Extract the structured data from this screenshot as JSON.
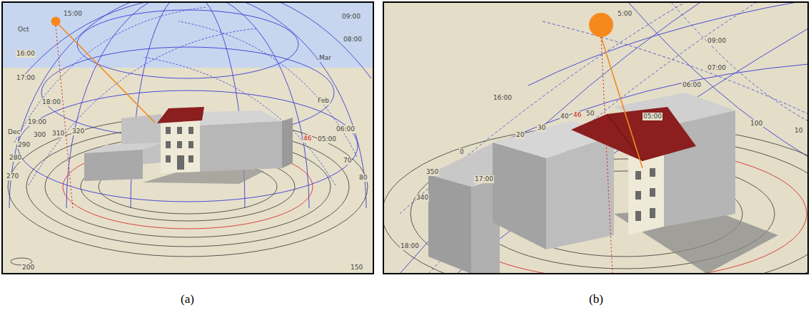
{
  "diagram": {
    "labels": [
      "15:00",
      "Oct",
      "16:00",
      "17:00",
      "18:00",
      "19:00",
      "Dec",
      "300",
      "290",
      "310",
      "320",
      "280",
      "270",
      "09:00",
      "Mar",
      "08:00",
      "Feb",
      "06:00",
      "46",
      "05:00",
      "70",
      "80",
      "200",
      "150",
      "5:00",
      "09:00",
      "07:00",
      "06:00",
      "05:00",
      "16:00",
      "40",
      "46",
      "50",
      "30",
      "20",
      "0",
      "350",
      "340",
      "17:00",
      "18:00",
      "100",
      "10",
      "(a)",
      "(b)"
    ]
  }
}
